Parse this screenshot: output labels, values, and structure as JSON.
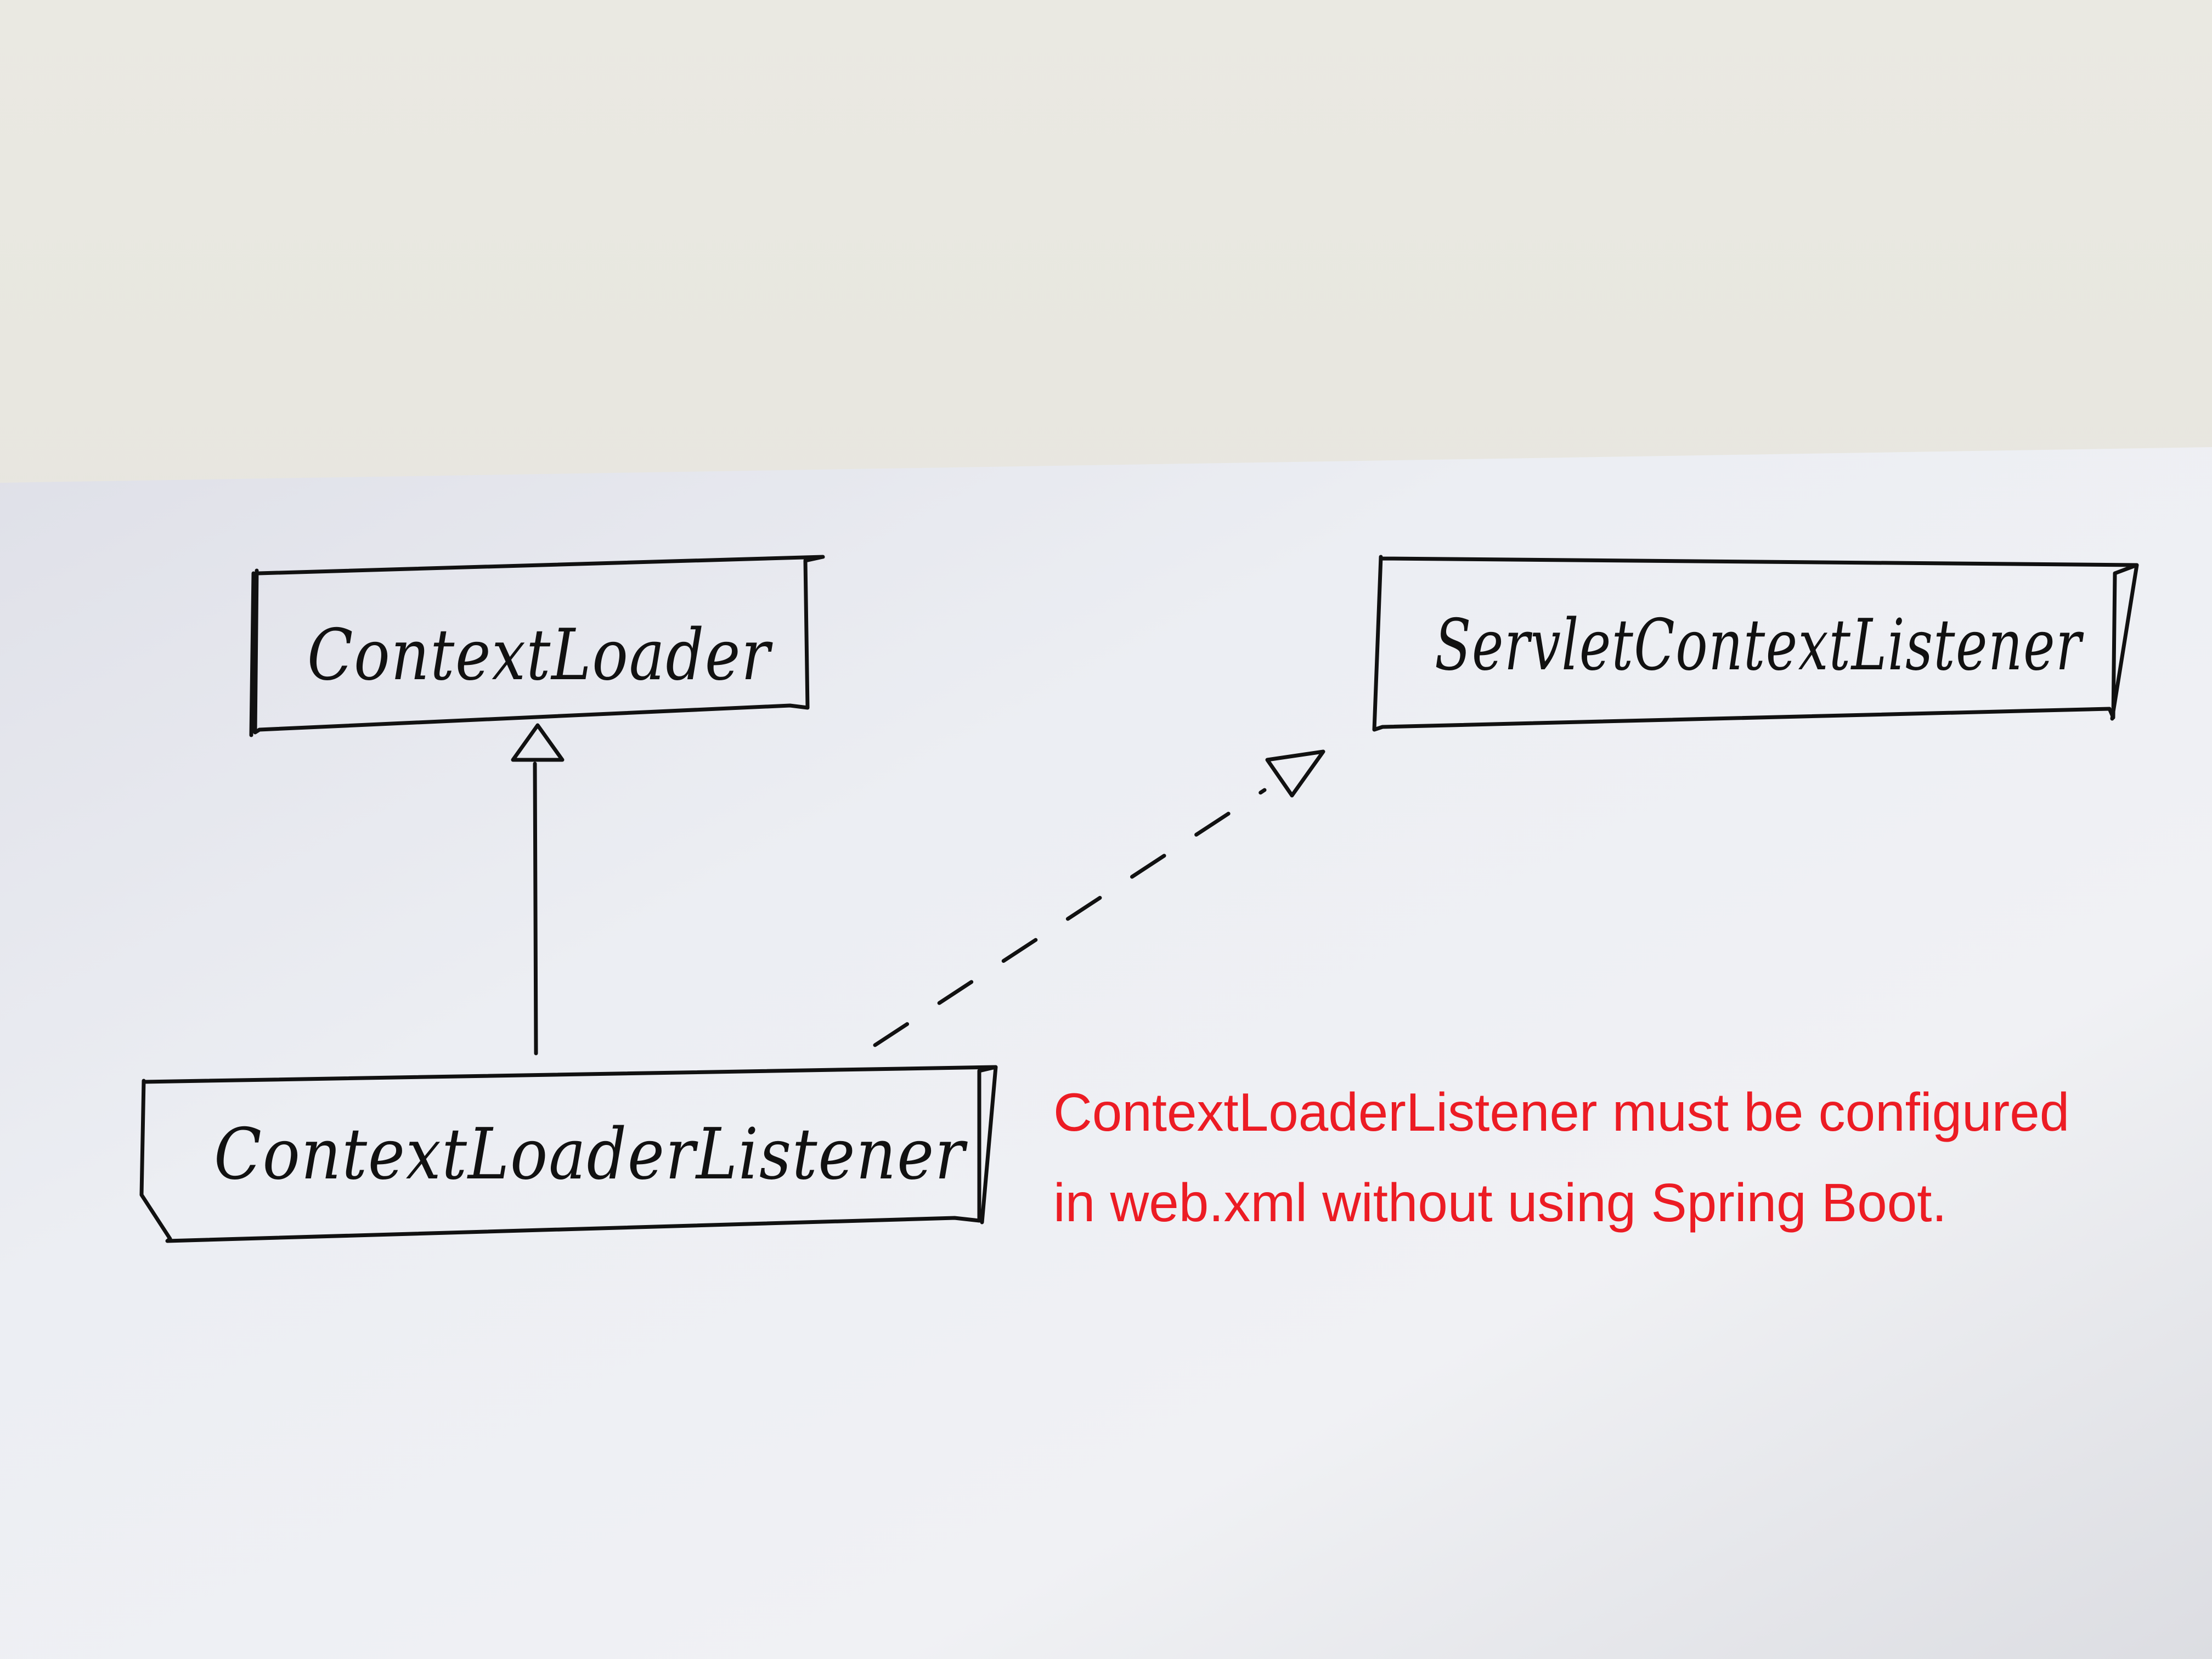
{
  "diagram": {
    "nodes": [
      {
        "id": "context-loader",
        "label": "ContextLoader"
      },
      {
        "id": "servlet-context-listener",
        "label": "ServletContextListener"
      },
      {
        "id": "context-loader-listener",
        "label": "ContextLoaderListener"
      }
    ],
    "edges": [
      {
        "from": "context-loader-listener",
        "to": "context-loader",
        "style": "solid",
        "arrow": "hollow-triangle"
      },
      {
        "from": "context-loader-listener",
        "to": "servlet-context-listener",
        "style": "dashed",
        "arrow": "hollow-triangle"
      }
    ]
  },
  "note": {
    "line1": "ContextLoaderListener must be configured",
    "line2": "in web.xml without using Spring Boot.",
    "color": "#ec1c24"
  },
  "colors": {
    "ink": "#111111",
    "paper": "#eef0f4",
    "desk": "#e6e5de"
  }
}
